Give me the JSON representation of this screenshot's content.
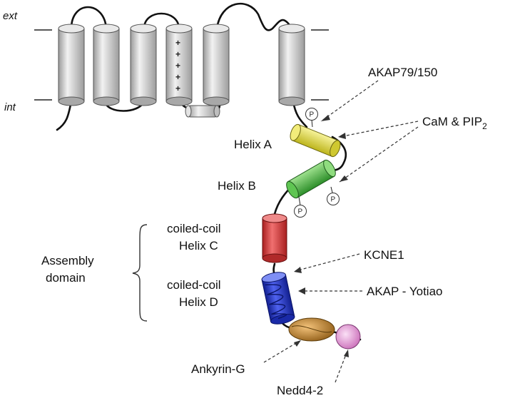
{
  "membrane": {
    "ext_label": "ext",
    "int_label": "int"
  },
  "labels": {
    "akap79": "AKAP79/150",
    "cam": "CaM & PIP",
    "cam_sub": "2",
    "helix_a": "Helix A",
    "helix_b": "Helix B",
    "coil_c_line1": "coiled-coil",
    "coil_c_line2": "Helix C",
    "coil_d_line1": "coiled-coil",
    "coil_d_line2": "Helix D",
    "assembly_line1": "Assembly",
    "assembly_line2": "domain",
    "kcne1": "KCNE1",
    "yotiao": "AKAP - Yotiao",
    "ankyrin": "Ankyrin-G",
    "nedd4": "Nedd4-2",
    "phospho": "P",
    "plus": "+"
  },
  "colors": {
    "tm_helix": "#c8c8c8",
    "helix_a": "#e6e04a",
    "helix_b": "#4fbf4a",
    "helix_c": "#d93a3a",
    "helix_d": "#2a3fd6",
    "ankyrin_g": "#c98a2e",
    "nedd4_2": "#e9a6dc"
  }
}
